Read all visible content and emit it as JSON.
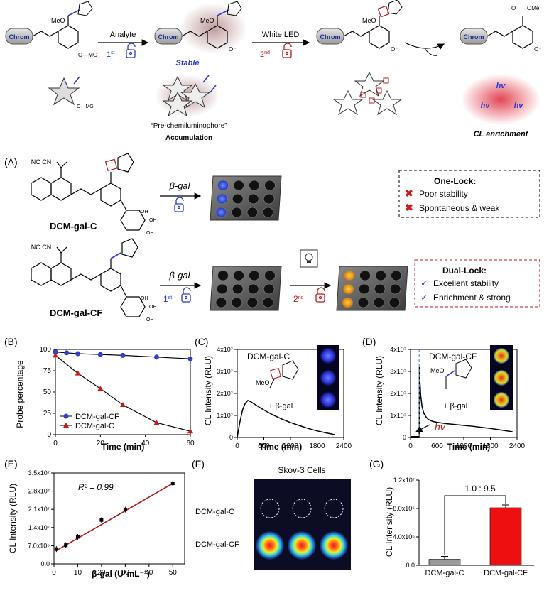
{
  "scheme": {
    "chrom_label": "Chrom",
    "meo": "MeO",
    "o_mg": "O—MG",
    "o_mg_star": "O—MG",
    "o_minus": "O⁻",
    "ome": "OMe",
    "carbonyl_o": "O",
    "arrow1_label": "Analyte",
    "arrow1_sub": "1",
    "arrow1_sup": "st",
    "stable_label": "Stable",
    "arrow2_label": "White LED",
    "arrow2_sub": "2",
    "arrow2_sup": "nd",
    "pre_cl_label": "“Pre-chemiluminophore”",
    "accumulation_label": "Accumulation",
    "hv_label": "hv",
    "cl_enrichment_label": "CL enrichment"
  },
  "panelA": {
    "label": "(A)",
    "nc_cn": "NC  CN",
    "probe1_name": "DCM-gal-C",
    "probe2_name": "DCM-gal-CF",
    "beta_gal": "β-gal",
    "first": "1",
    "first_sup": "st",
    "second": "2",
    "second_sup": "nd",
    "oh": "OH",
    "one_lock": {
      "title": "One-Lock:",
      "items": [
        "Poor stability",
        "Spontaneous & weak"
      ]
    },
    "dual_lock": {
      "title": "Dual-Lock:",
      "items": [
        "Excellent stability",
        "Enrichment & strong"
      ]
    }
  },
  "panelB": {
    "label": "(B)",
    "ylabel": "Probe percentage",
    "xlabel": "Time (min)"
  },
  "panelC": {
    "label": "(C)",
    "title": "DCM-gal-C",
    "ylabel": "CL Intensity (RLU)",
    "xlabel": "Time (min)",
    "annotation": "+ β-gal"
  },
  "panelD": {
    "label": "(D)",
    "title": "DCM-gal-CF",
    "ylabel": "CL Intensity (RLU)",
    "xlabel": "Time (min)",
    "annotation": "+ β-gal",
    "hv": "hv"
  },
  "panelE": {
    "label": "(E)",
    "ylabel": "CL Intensity (RLU)",
    "xlabel": "β-gal (U*mL⁻¹)",
    "r2": "R² = 0.99"
  },
  "panelF": {
    "label": "(F)",
    "title": "Skov-3 Cells",
    "row1": "DCM-gal-C",
    "row2": "DCM-gal-CF"
  },
  "panelG": {
    "label": "(G)",
    "ylabel": "CL Intensity (RLU)",
    "ratio": "1.0 : 9.5"
  },
  "chart_data": [
    {
      "id": "B",
      "type": "line",
      "xlabel": "Time (min)",
      "ylabel": "Probe percentage",
      "xlim": [
        0,
        60
      ],
      "ylim": [
        0,
        100
      ],
      "xticks": [
        "0",
        "20",
        "40",
        "60"
      ],
      "yticks": [
        "0",
        "25",
        "50",
        "75",
        "100"
      ],
      "legend": "bottom-left",
      "series": [
        {
          "name": "DCM-gal-CF",
          "color": "#2f3fd0",
          "marker": "circle",
          "x": [
            0,
            5,
            10,
            20,
            30,
            45,
            60
          ],
          "y": [
            97,
            96,
            95,
            94,
            93,
            91,
            89
          ]
        },
        {
          "name": "DCM-gal-C",
          "color": "#cc1818",
          "marker": "triangle",
          "x": [
            0,
            10,
            20,
            30,
            45,
            60
          ],
          "y": [
            93,
            72,
            54,
            35,
            14,
            4
          ]
        }
      ]
    },
    {
      "id": "C",
      "type": "line",
      "xlabel": "Time (min)",
      "ylabel": "CL Intensity (RLU)",
      "xlim": [
        0,
        2400
      ],
      "ylim": [
        0,
        40000000
      ],
      "xticks": [
        "0",
        "600",
        "1200",
        "1800",
        "2400"
      ],
      "yticks": [
        "0",
        "1x10⁷",
        "2x10⁷",
        "3x10⁷",
        "4x10⁷"
      ],
      "series": [
        {
          "x": [
            0,
            60,
            120,
            180,
            240,
            300,
            400,
            500,
            600,
            800,
            1000,
            1200,
            1400,
            1600,
            1800,
            2000,
            2200
          ],
          "y": [
            0,
            7000000,
            12500000,
            15500000,
            16800000,
            16300000,
            15000000,
            13700000,
            12500000,
            10300000,
            8400000,
            6800000,
            5400000,
            4100000,
            3000000,
            2100000,
            1300000
          ]
        }
      ]
    },
    {
      "id": "D",
      "type": "line",
      "xlabel": "Time (min)",
      "ylabel": "CL Intensity (RLU)",
      "xlim": [
        0,
        2400
      ],
      "ylim": [
        0,
        40000000
      ],
      "xticks": [
        "0",
        "600",
        "1200",
        "1800",
        "2400"
      ],
      "yticks": [
        "0",
        "1x10⁷",
        "2x10⁷",
        "3x10⁷",
        "4x10⁷"
      ],
      "series": [
        {
          "x": [
            0,
            195,
            200,
            210,
            230,
            260,
            300,
            350,
            400,
            500,
            600,
            800,
            1000,
            1200,
            1400,
            1600,
            1800,
            2000,
            2200,
            2300
          ],
          "y": [
            0,
            0,
            32000000,
            26000000,
            19000000,
            14000000,
            11000000,
            9300000,
            8200000,
            7300000,
            6900000,
            6300000,
            5900000,
            5500000,
            5100000,
            4600000,
            4100000,
            3500000,
            2900000,
            2600000
          ]
        }
      ]
    },
    {
      "id": "E",
      "type": "scatter",
      "xlabel": "β-gal (U*mL⁻¹)",
      "ylabel": "CL Intensity (RLU)",
      "xlim": [
        0,
        55
      ],
      "ylim": [
        0,
        35000000
      ],
      "xticks": [
        "0",
        "10",
        "20",
        "30",
        "40",
        "50"
      ],
      "yticks": [
        "0.0",
        "7.0x10⁶",
        "1.4x10⁷",
        "2.1x10⁷",
        "2.8x10⁷",
        "3.5x10⁷"
      ],
      "x": [
        1,
        5,
        10,
        20,
        30,
        50
      ],
      "y": [
        5700000,
        7200000,
        10400000,
        16900000,
        20900000,
        31000000
      ],
      "fit": {
        "x": [
          1,
          50
        ],
        "y": [
          5100000,
          31000000
        ]
      }
    },
    {
      "id": "G",
      "type": "bar",
      "categories": [
        "DCM-gal-C",
        "DCM-gal-CF"
      ],
      "values": [
        850000,
        8100000
      ],
      "colors": [
        "#9a9a9a",
        "#ee1010"
      ],
      "ylabel": "CL Intensity (RLU)",
      "ylim": [
        0,
        12000000
      ],
      "yticks": [
        "0.0",
        "4.0x10⁶",
        "8.0x10⁶",
        "1.2x10⁷"
      ]
    }
  ]
}
